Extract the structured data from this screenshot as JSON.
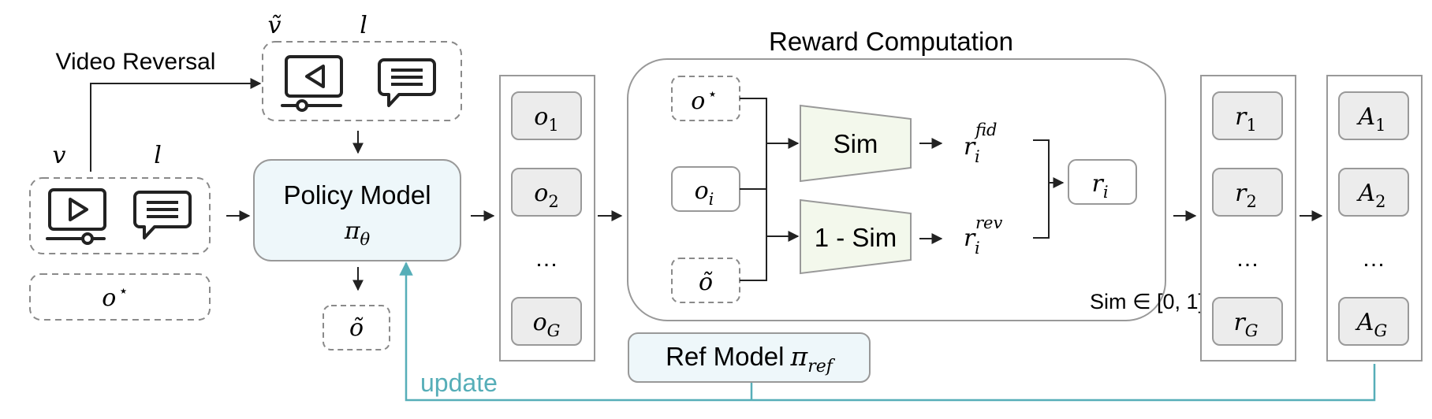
{
  "labels": {
    "video_reversal": "Video Reversal",
    "reward_computation": "Reward Computation",
    "update": "update",
    "policy_model": "Policy Model",
    "policy_symbol": "π",
    "policy_sub": "θ",
    "ref_model": "Ref Model",
    "ref_symbol": "π",
    "ref_sub": "ref",
    "sim": "Sim",
    "one_minus_sim": "1 - Sim",
    "sim_range": "Sim ∈ [0, 1]",
    "ellipsis": "…"
  },
  "inputs": {
    "v": "v",
    "l": "l",
    "v_tilde": "ṽ",
    "l_rev": "l",
    "o_star": "o",
    "o_star_sup": "⋆",
    "o_tilde": "õ"
  },
  "outputs": [
    {
      "base": "o",
      "sub": "1"
    },
    {
      "base": "o",
      "sub": "2"
    },
    {
      "base": "o",
      "sub": "G"
    }
  ],
  "reward_inputs": {
    "o_star": "o",
    "o_star_sup": "⋆",
    "o_i": "o",
    "o_i_sub": "i",
    "o_tilde": "õ"
  },
  "reward_terms": {
    "fid_base": "r",
    "fid_sub": "i",
    "fid_sup": "fid",
    "rev_base": "r",
    "rev_sub": "i",
    "rev_sup": "rev",
    "ri_base": "r",
    "ri_sub": "i"
  },
  "rewards": [
    {
      "base": "r",
      "sub": "1"
    },
    {
      "base": "r",
      "sub": "2"
    },
    {
      "base": "r",
      "sub": "G"
    }
  ],
  "advantages": [
    {
      "base": "A",
      "sub": "1"
    },
    {
      "base": "A",
      "sub": "2"
    },
    {
      "base": "A",
      "sub": "G"
    }
  ],
  "colors": {
    "stroke": "#222222",
    "box_border": "#999999",
    "dashed_border": "#8a8a8a",
    "token_fill": "#ececec",
    "policy_fill": "#eef7fa",
    "sim_fill": "#f3f8ec",
    "update": "#56aeb8"
  },
  "icons": [
    "video-play-icon",
    "video-rewind-icon",
    "chat-text-icon"
  ]
}
